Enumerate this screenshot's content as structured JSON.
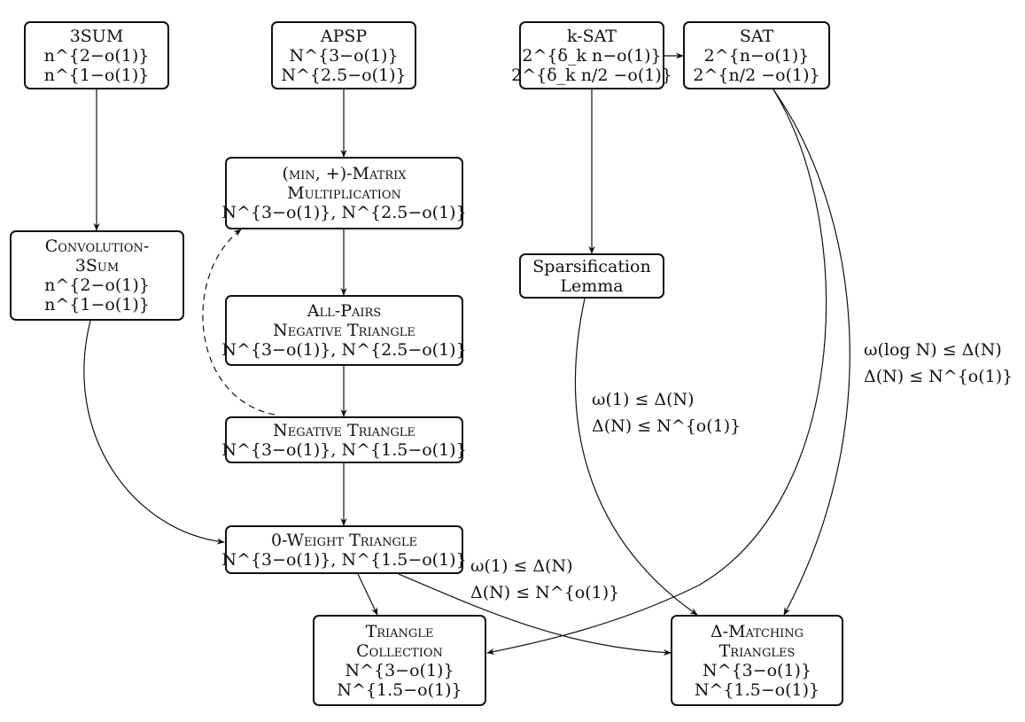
{
  "nodes": {
    "threesum": {
      "lines": [
        "3SUM",
        "n^{2−o(1)}",
        "n^{1−o(1)}"
      ]
    },
    "apsp": {
      "lines": [
        "APSP",
        "N^{3−o(1)}",
        "N^{2.5−o(1)}"
      ]
    },
    "ksat": {
      "lines": [
        "k-SAT",
        "2^{δ_k n−o(1)}",
        "2^{δ_k n/2 −o(1)}"
      ]
    },
    "sat": {
      "lines": [
        "SAT",
        "2^{n−o(1)}",
        "2^{n/2 −o(1)}"
      ]
    },
    "minplus": {
      "lines": [
        "(min, +)-Matrix",
        "Multiplication",
        "N^{3−o(1)}, N^{2.5−o(1)}"
      ]
    },
    "conv3sum": {
      "lines": [
        "Convolution-",
        "3Sum",
        "n^{2−o(1)}",
        "n^{1−o(1)}"
      ]
    },
    "sparsification": {
      "lines": [
        "Sparsification",
        "Lemma"
      ]
    },
    "apnt": {
      "lines": [
        "All-Pairs",
        "Negative Triangle",
        "N^{3−o(1)}, N^{2.5−o(1)}"
      ]
    },
    "negtri": {
      "lines": [
        "Negative Triangle",
        "N^{3−o(1)}, N^{1.5−o(1)}"
      ]
    },
    "zerowt": {
      "lines": [
        "0-Weight Triangle",
        "N^{3−o(1)}, N^{1.5−o(1)}"
      ]
    },
    "tricoll": {
      "lines": [
        "Triangle",
        "Collection",
        "N^{3−o(1)}",
        "N^{1.5−o(1)}"
      ]
    },
    "deltamatch": {
      "lines": [
        "Δ-Matching",
        "Triangles",
        "N^{3−o(1)}",
        "N^{1.5−o(1)}"
      ]
    }
  },
  "edge_labels": {
    "sat_delta": [
      "ω(log N) ≤ Δ(N)",
      "Δ(N) ≤ N^{o(1)}"
    ],
    "sparsification_delta": [
      "ω(1) ≤ Δ(N)",
      "Δ(N) ≤ N^{o(1)}"
    ],
    "zerowt_delta": [
      "ω(1) ≤ Δ(N)",
      "Δ(N) ≤ N^{o(1)}"
    ]
  }
}
